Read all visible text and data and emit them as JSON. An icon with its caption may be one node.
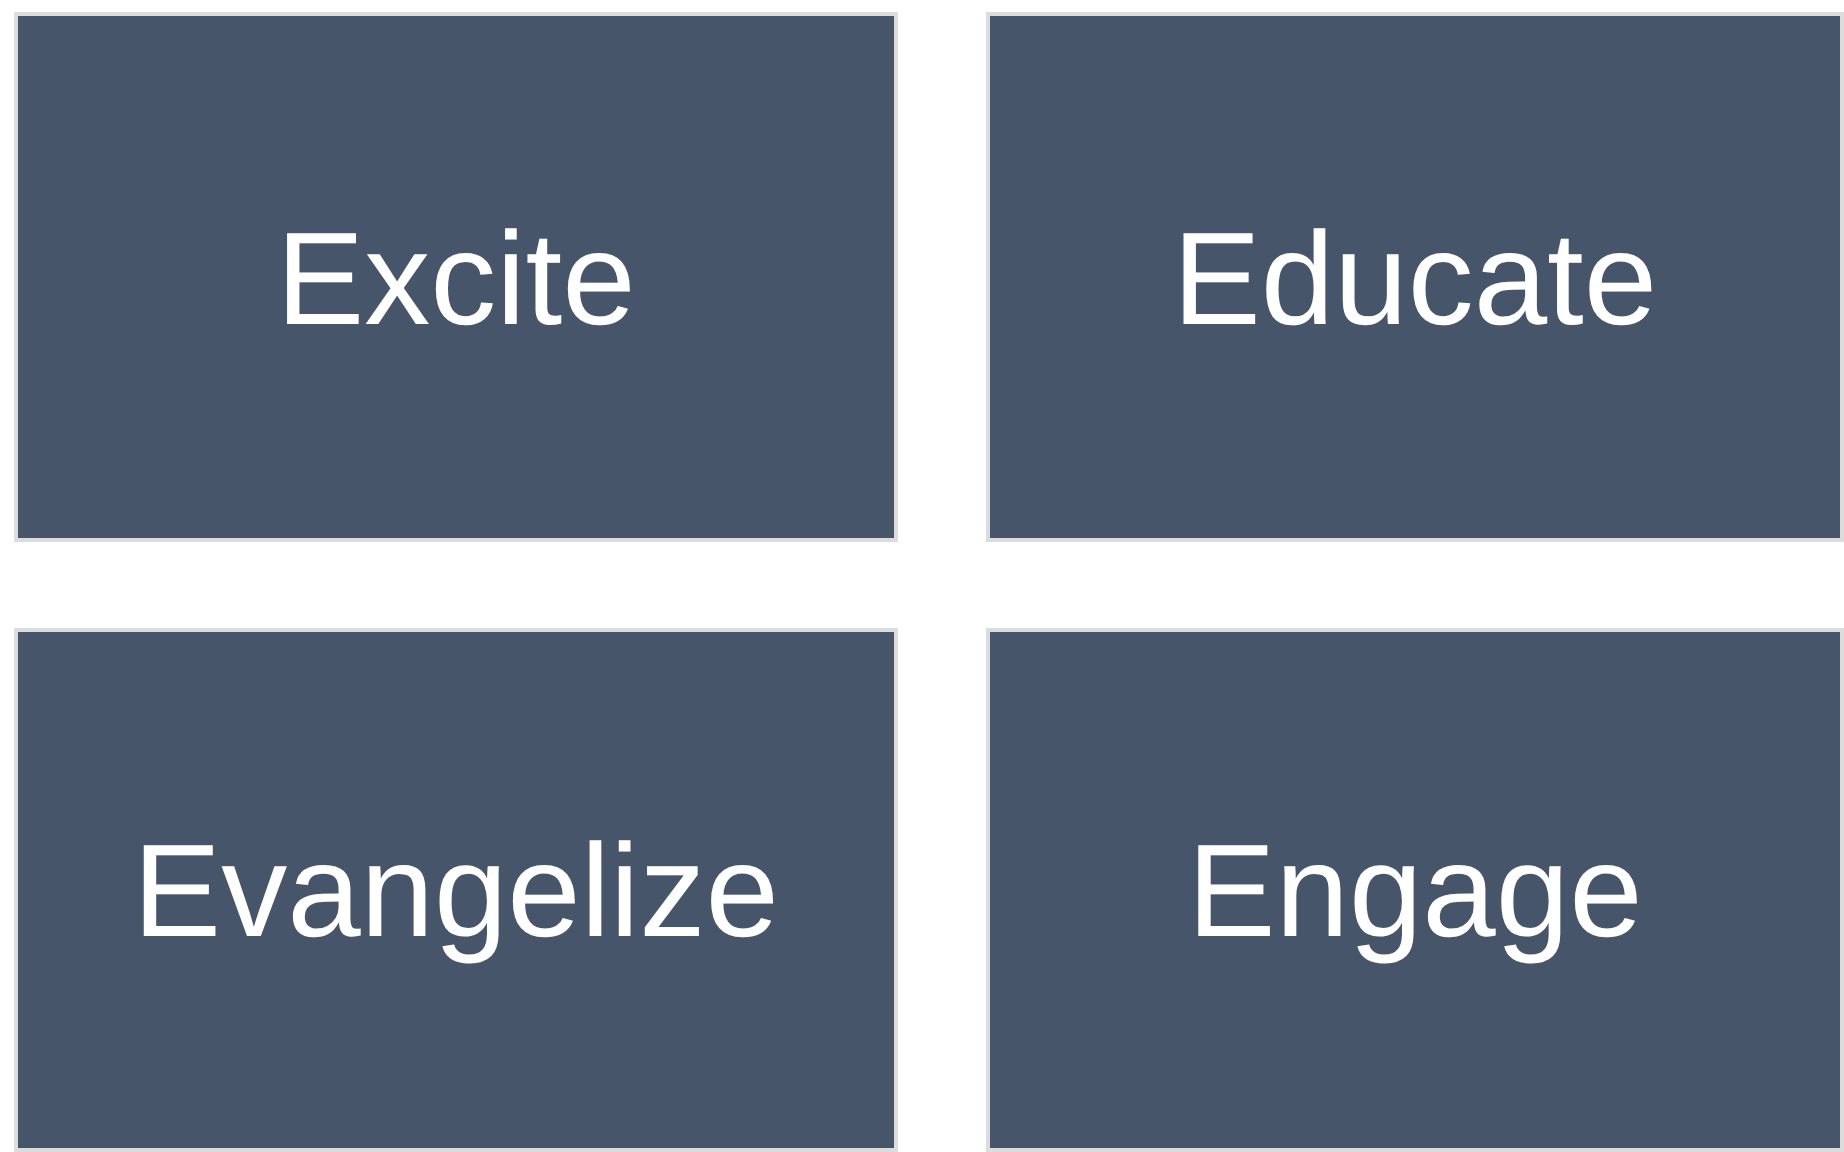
{
  "diagram": {
    "nodes": [
      {
        "text": [
          "Excite"
        ]
      },
      {
        "text": [
          "Educate"
        ]
      },
      {
        "text": [
          "Evangelize"
        ]
      },
      {
        "text": [
          "Engage"
        ]
      }
    ],
    "edges": []
  }
}
